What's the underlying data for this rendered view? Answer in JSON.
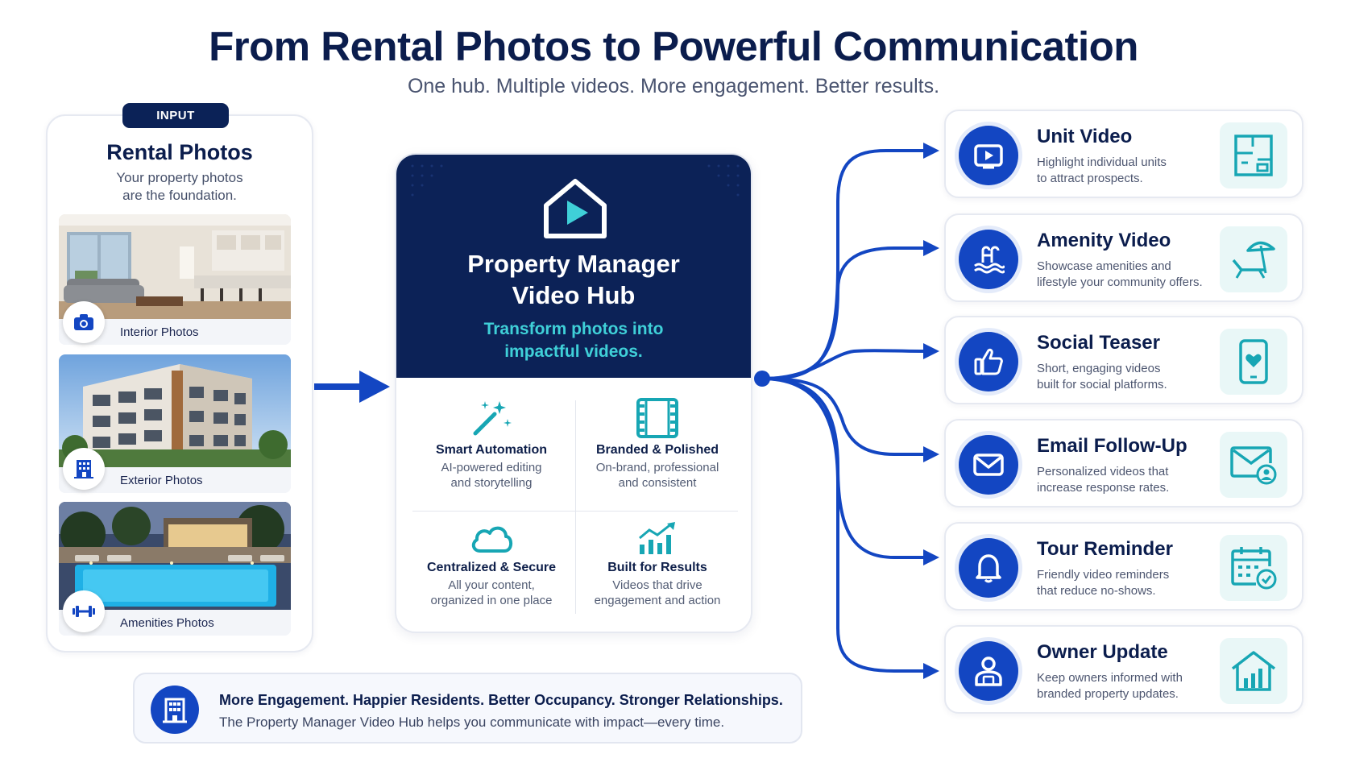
{
  "header": {
    "title": "From Rental Photos to Powerful Communication",
    "subtitle": "One hub. Multiple videos. More engagement. Better results."
  },
  "input": {
    "badge": "INPUT",
    "title": "Rental Photos",
    "subtitle_line1": "Your property photos",
    "subtitle_line2": "are the foundation.",
    "photos": [
      {
        "caption": "Interior Photos",
        "icon": "camera-icon"
      },
      {
        "caption": "Exterior Photos",
        "icon": "building-icon"
      },
      {
        "caption": "Amenities Photos",
        "icon": "dumbbell-icon"
      }
    ]
  },
  "hub": {
    "title_line1": "Property Manager",
    "title_line2": "Video Hub",
    "tagline_line1": "Transform photos into",
    "tagline_line2": "impactful videos.",
    "features": [
      {
        "name": "Smart Automation",
        "desc1": "AI-powered editing",
        "desc2": "and storytelling",
        "icon": "magic-wand-icon"
      },
      {
        "name": "Branded & Polished",
        "desc1": "On-brand, professional",
        "desc2": "and consistent",
        "icon": "film-strip-icon"
      },
      {
        "name": "Centralized & Secure",
        "desc1": "All your content,",
        "desc2": "organized in one place",
        "icon": "cloud-icon"
      },
      {
        "name": "Built for Results",
        "desc1": "Videos that drive",
        "desc2": "engagement and action",
        "icon": "growth-chart-icon"
      }
    ]
  },
  "outputs": [
    {
      "title": "Unit Video",
      "desc1": "Highlight individual units",
      "desc2": "to attract prospects.",
      "icon": "video-player-icon",
      "tile_icon": "floor-plan-icon"
    },
    {
      "title": "Amenity Video",
      "desc1": "Showcase amenities and",
      "desc2": "lifestyle your community offers.",
      "icon": "pool-icon",
      "tile_icon": "lounge-chair-icon"
    },
    {
      "title": "Social Teaser",
      "desc1": "Short, engaging videos",
      "desc2": "built for social platforms.",
      "icon": "thumbs-up-icon",
      "tile_icon": "phone-heart-icon"
    },
    {
      "title": "Email Follow-Up",
      "desc1": "Personalized videos that",
      "desc2": "increase response rates.",
      "icon": "envelope-icon",
      "tile_icon": "mail-user-icon"
    },
    {
      "title": "Tour Reminder",
      "desc1": "Friendly video reminders",
      "desc2": "that reduce no-shows.",
      "icon": "bell-icon",
      "tile_icon": "calendar-check-icon"
    },
    {
      "title": "Owner Update",
      "desc1": "Keep owners informed with",
      "desc2": "branded property updates.",
      "icon": "owner-icon",
      "tile_icon": "house-chart-icon"
    }
  ],
  "banner": {
    "headline": "More Engagement. Happier Residents. Better Occupancy. Stronger Relationships.",
    "sub": "The Property Manager Video Hub helps you communicate with impact—every time.",
    "icon": "office-building-icon"
  },
  "colors": {
    "navy": "#0c2257",
    "primary_blue": "#1346c2",
    "teal": "#3fd0d8",
    "tile_bg": "#e9f7f7"
  }
}
